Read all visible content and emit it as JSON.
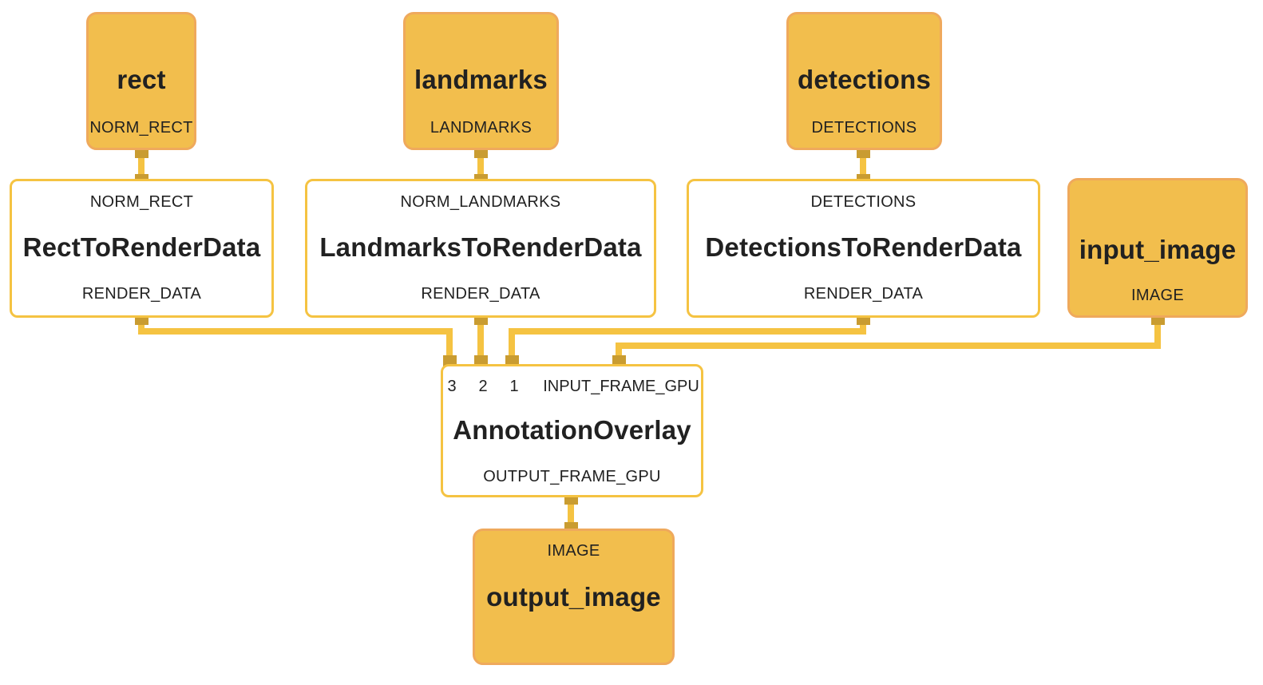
{
  "diagram": {
    "kind": "mediapipe-calculator-graph",
    "background": "#FFFFFF"
  },
  "colors": {
    "stream_node_fill": "#F2BE4D",
    "stream_node_border": "#EFA95C",
    "calculator_node_fill": "#FFFFFF",
    "edge_yellow": "#F5C342",
    "port_connector": "#C99C31",
    "text": "#212121"
  },
  "nodes": {
    "rect": {
      "title": "rect",
      "output_port": "NORM_RECT"
    },
    "landmarks": {
      "title": "landmarks",
      "output_port": "LANDMARKS"
    },
    "detections": {
      "title": "detections",
      "output_port": "DETECTIONS"
    },
    "input_image": {
      "title": "input_image",
      "output_port": "IMAGE"
    },
    "rect_to_render_data": {
      "input_port": "NORM_RECT",
      "title": "RectToRenderData",
      "output_port": "RENDER_DATA"
    },
    "landmarks_to_render_data": {
      "input_port": "NORM_LANDMARKS",
      "title": "LandmarksToRenderData",
      "output_port": "RENDER_DATA"
    },
    "detections_to_render_data": {
      "input_port": "DETECTIONS",
      "title": "DetectionsToRenderData",
      "output_port": "RENDER_DATA"
    },
    "annotation_overlay": {
      "input_ports": [
        "3",
        "2",
        "1",
        "INPUT_FRAME_GPU"
      ],
      "title": "AnnotationOverlay",
      "output_port": "OUTPUT_FRAME_GPU"
    },
    "output_image": {
      "input_port": "IMAGE",
      "title": "output_image"
    }
  }
}
